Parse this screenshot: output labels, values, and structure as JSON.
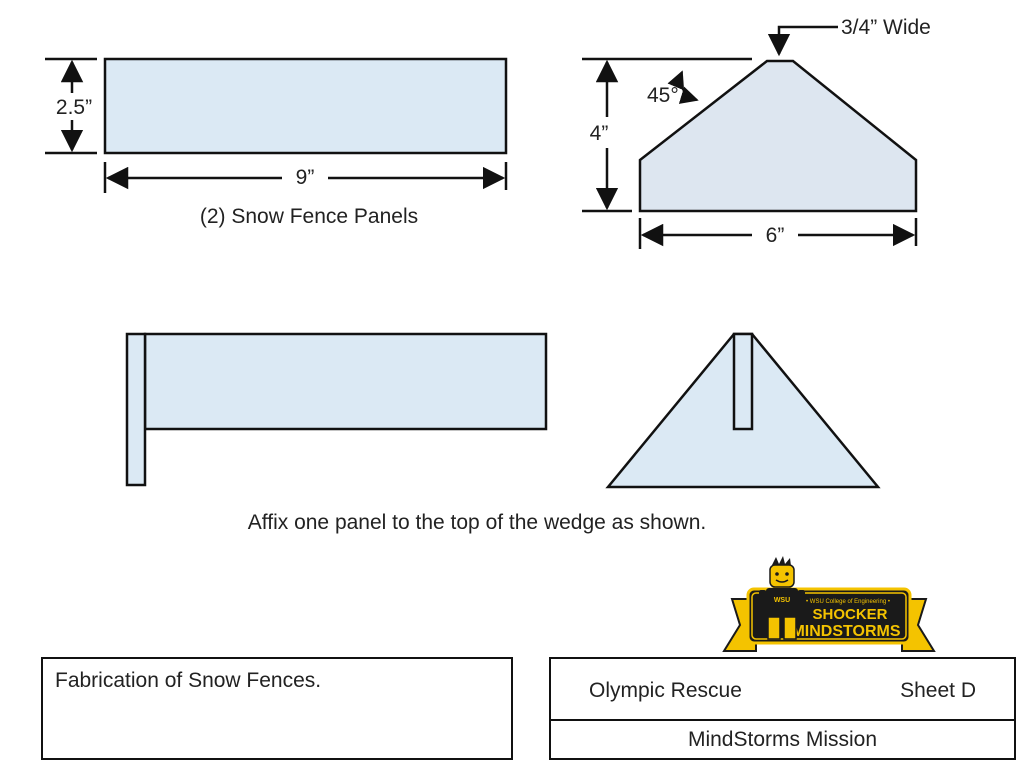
{
  "colors": {
    "part_fill": "#dbe9f4",
    "wedge_fill": "#dde6f0",
    "line": "#111111",
    "logo_gold": "#f4c300",
    "logo_black": "#1a1a1a"
  },
  "panel_dims": {
    "height_label": "2.5”",
    "length_label": "9”",
    "caption": "(2) Snow Fence Panels"
  },
  "wedge_dims": {
    "top_label": "3/4” Wide",
    "angle_label": "45°",
    "height_label": "4”",
    "base_label": "6”"
  },
  "assembly": {
    "instruction": "Affix one panel to the top of the wedge as shown."
  },
  "description_box": {
    "text": "Fabrication of Snow Fences."
  },
  "title_block": {
    "mission": "Olympic Rescue",
    "sheet": "Sheet D",
    "subtitle": "MindStorms Mission"
  },
  "logo": {
    "top_text": "• WSU College of Engineering •",
    "word1": "SHOCKER",
    "word2": "MINDSTORMS"
  }
}
